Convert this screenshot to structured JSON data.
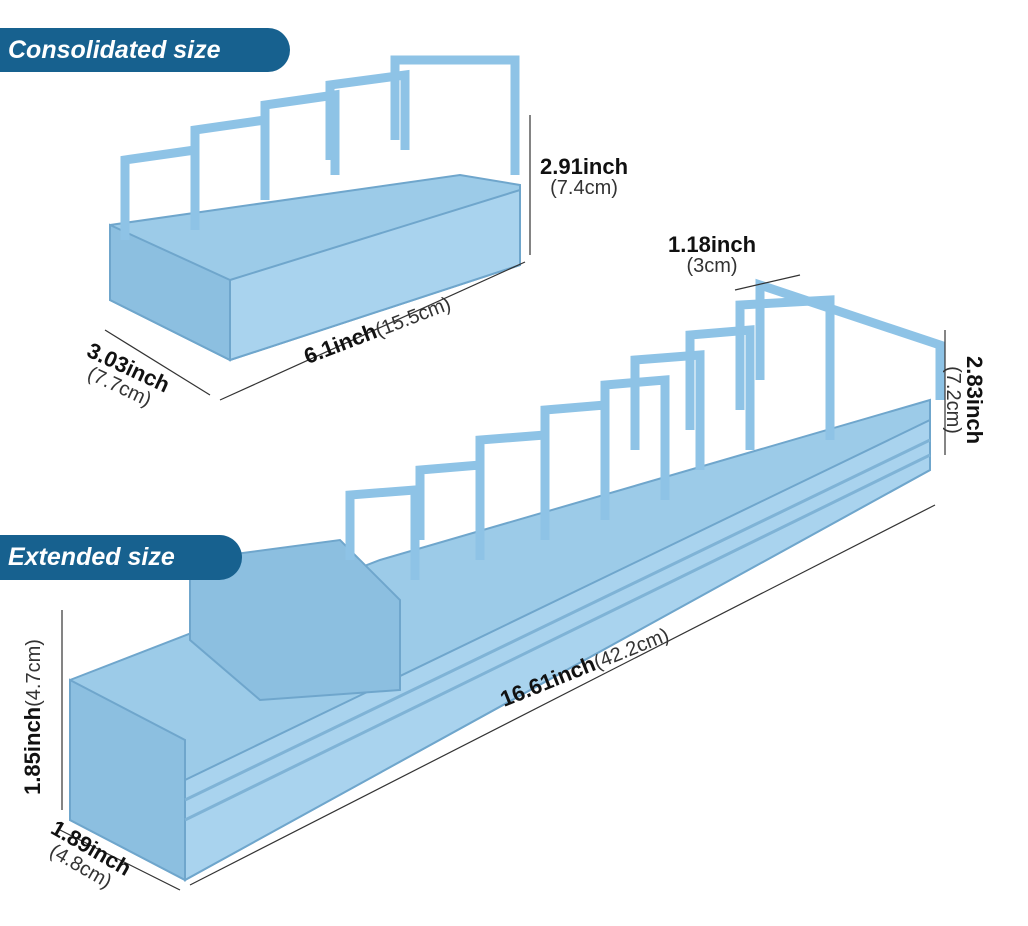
{
  "labels": {
    "consolidated": "Consolidated size",
    "extended": "Extended size"
  },
  "consolidated_dims": {
    "height_in": "2.91inch",
    "height_cm": "(7.4cm)",
    "length_in": "6.1inch",
    "length_cm": "(15.5cm)",
    "width_in": "3.03inch",
    "width_cm": "(7.7cm)"
  },
  "extended_dims": {
    "slot_in": "1.18inch",
    "slot_cm": "(3cm)",
    "height_in": "2.83inch",
    "height_cm": "(7.2cm)",
    "length_in": "16.61inch",
    "length_cm": "(42.2cm)",
    "base_height_in": "1.85inch",
    "base_height_cm": "(4.7cm)",
    "width_in": "1.89inch",
    "width_cm": "(4.8cm)"
  },
  "colors": {
    "badge": "#17618f",
    "product": "#9ccbe8",
    "product_dark": "#7fb3d6"
  }
}
